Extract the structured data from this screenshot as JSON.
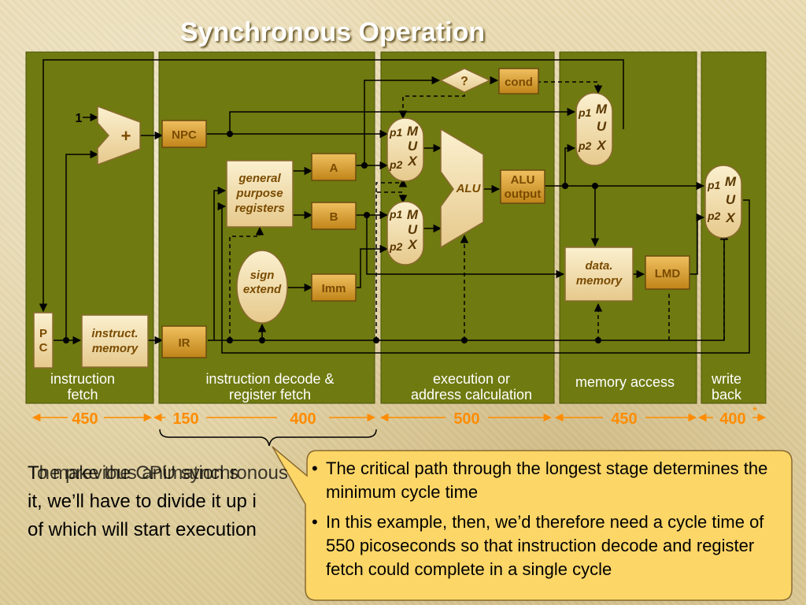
{
  "title": "Synchronous Operation",
  "stages": {
    "fetch": [
      "instruction",
      "fetch"
    ],
    "decode": [
      "instruction decode &",
      "register fetch"
    ],
    "execute": [
      "execution or",
      "address calculation"
    ],
    "memory": [
      "memory access"
    ],
    "writeback": [
      "write",
      "back"
    ]
  },
  "blocks": {
    "one": "1",
    "adder_sign": "+",
    "npc": "NPC",
    "pc": [
      "P",
      "C"
    ],
    "instr_mem": [
      "instruct.",
      "memory"
    ],
    "ir": "IR",
    "gpr": [
      "general",
      "purpose",
      "registers"
    ],
    "sign_extend": [
      "sign",
      "extend"
    ],
    "a": "A",
    "b": "B",
    "imm": "Imm",
    "cond_q": "?",
    "cond": "cond",
    "alu": "ALU",
    "alu_output": [
      "ALU",
      "output"
    ],
    "data_memory": [
      "data.",
      "memory"
    ],
    "lmd": "LMD",
    "mux_p1": "p1",
    "mux_p2": "p2",
    "mux_letters": [
      "M",
      "U",
      "X"
    ]
  },
  "timings": {
    "fetch": "450",
    "decode1": "150",
    "decode2": "400",
    "execute": "500",
    "memory": "450",
    "writeback": "400",
    "asterisk": "*"
  },
  "underlying_text": {
    "line1a": "To make the CPU synchronous",
    "line1b": "The previous animation s",
    "line2": "it, we’ll have to divide it up i",
    "line3": "of which will start execution"
  },
  "callout": {
    "bullet1": "The critical path through the longest stage determines the minimum cycle time",
    "bullet2": "In this example, then, we’d therefore need a cycle time of 550 picoseconds so that instruction decode and register fetch could complete in a single cycle"
  },
  "colors": {
    "stage_bg": "#6f7a10",
    "box_fill": "#d49a2a",
    "cream": "#f3dfae",
    "timing": "#ff8c00",
    "callout": "#fcd667"
  }
}
